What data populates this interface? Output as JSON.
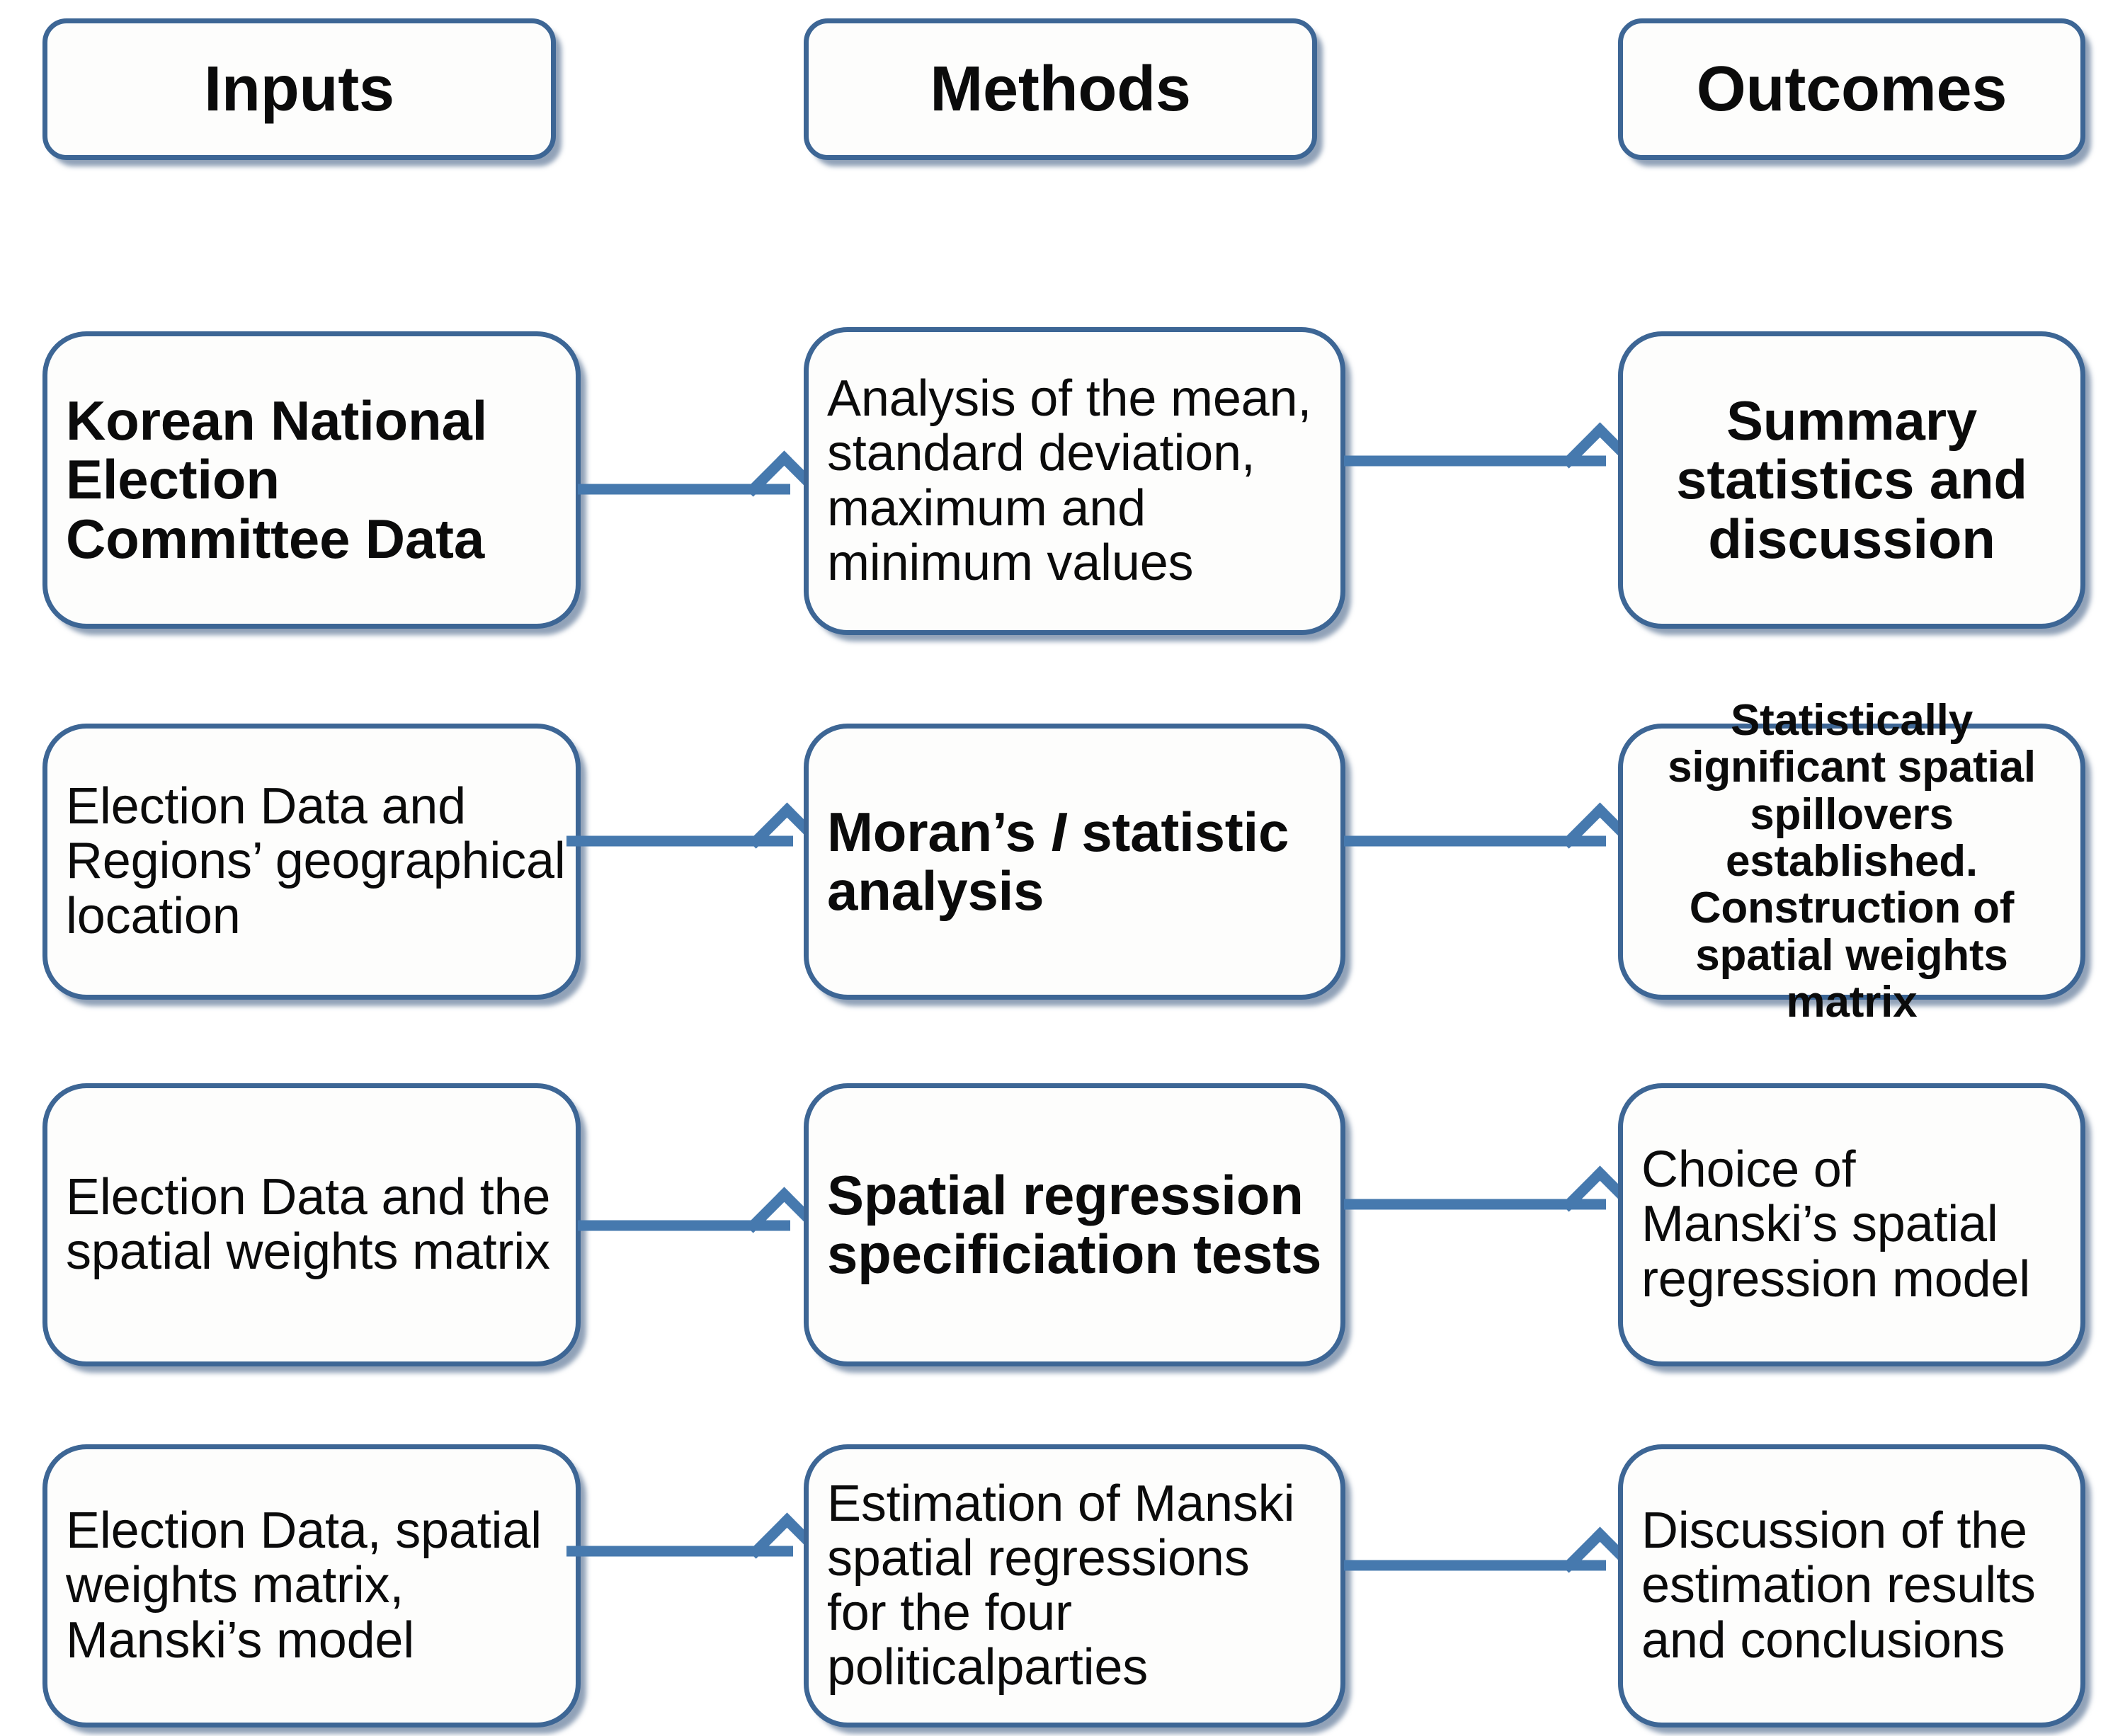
{
  "diagram": {
    "title": "Research framework flowchart: Inputs, Methods and Outcomes",
    "colors": {
      "box_border": "#3d6695",
      "box_fill": "#fdfdfc",
      "arrow": "#4679ae",
      "text": "#0b0b0b",
      "background": "#ffffff"
    },
    "columns": [
      {
        "id": "inputs",
        "header": "Inputs"
      },
      {
        "id": "methods",
        "header": "Methods"
      },
      {
        "id": "outcomes",
        "header": "Outcomes"
      }
    ],
    "rows": [
      {
        "input": "Korean National Election Committee Data",
        "method": "Analysis of the mean, standard deviation, maximum and minimum values",
        "outcome": "Summary statistics and discussion"
      },
      {
        "input": "Election Data and Regions’ geographical location",
        "method_pre": "Moran’s ",
        "method_italic": "I",
        "method_post": " statistic analysis",
        "outcome": "Statistically significant spatial spillovers established. Construction of spatial weights matrix"
      },
      {
        "input": "Election Data and the spatial weights matrix",
        "method": "Spatial regression specificiation tests",
        "outcome": "Choice of Manski’s spatial regression model"
      },
      {
        "input": "Election Data, spatial weights matrix, Manski’s model",
        "method": "Estimation of Manski spatial regressions for the four politicalparties",
        "outcome": "Discussion of the estimation results and conclusions"
      }
    ],
    "arrows": [
      {
        "from": "inputs",
        "to": "methods",
        "row": 1
      },
      {
        "from": "methods",
        "to": "outcomes",
        "row": 1
      },
      {
        "from": "inputs",
        "to": "methods",
        "row": 2
      },
      {
        "from": "methods",
        "to": "outcomes",
        "row": 2
      },
      {
        "from": "inputs",
        "to": "methods",
        "row": 3
      },
      {
        "from": "methods",
        "to": "outcomes",
        "row": 3
      },
      {
        "from": "inputs",
        "to": "methods",
        "row": 4
      },
      {
        "from": "methods",
        "to": "outcomes",
        "row": 4
      }
    ]
  }
}
